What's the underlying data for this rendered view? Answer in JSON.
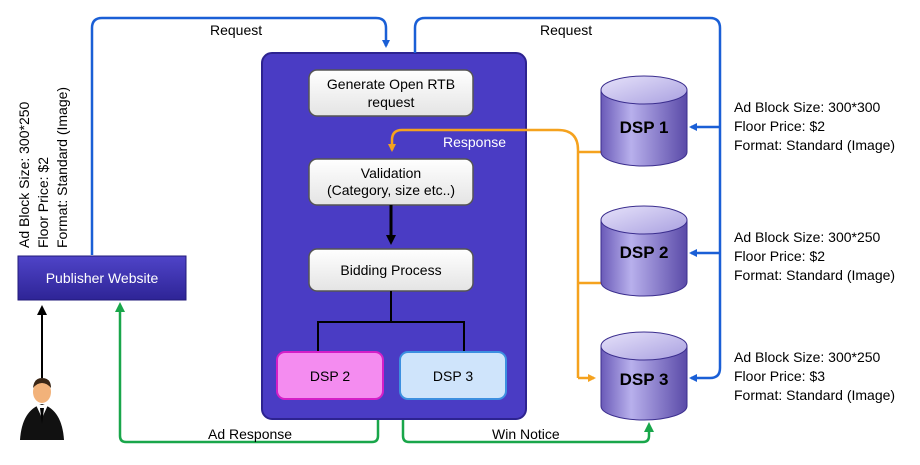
{
  "flow": {
    "request_left": "Request",
    "request_right": "Request",
    "response": "Response",
    "ad_response": "Ad Response",
    "win_notice": "Win Notice"
  },
  "publisher": {
    "label": "Publisher Website",
    "ad_block": {
      "size": "Ad Block Size: 300*250",
      "floor": "Floor Price: $2",
      "format": "Format: Standard (Image)"
    }
  },
  "exchange": {
    "steps": [
      {
        "line1": "Generate Open RTB",
        "line2": "request"
      },
      {
        "line1": "Validation",
        "line2": "(Category, size etc..)"
      },
      {
        "line1": "Bidding Process",
        "line2": ""
      }
    ],
    "winners": [
      "DSP 2",
      "DSP 3"
    ]
  },
  "dsps": [
    {
      "name": "DSP 1",
      "size": "Ad Block Size: 300*300",
      "floor": "Floor Price: $2",
      "format": "Format: Standard (Image)"
    },
    {
      "name": "DSP 2",
      "size": "Ad Block Size: 300*250",
      "floor": "Floor Price: $2",
      "format": "Format: Standard (Image)"
    },
    {
      "name": "DSP 3",
      "size": "Ad Block Size: 300*250",
      "floor": "Floor Price: $3",
      "format": "Format: Standard (Image)"
    }
  ],
  "colors": {
    "exchange": "#4a3cc4",
    "request_arrow": "#1a5fd6",
    "response_arrow": "#f5a21e",
    "green_arrow": "#19a64a",
    "winner_dsp2": "#f48cf0",
    "winner_dsp3": "#cfe4fb"
  }
}
